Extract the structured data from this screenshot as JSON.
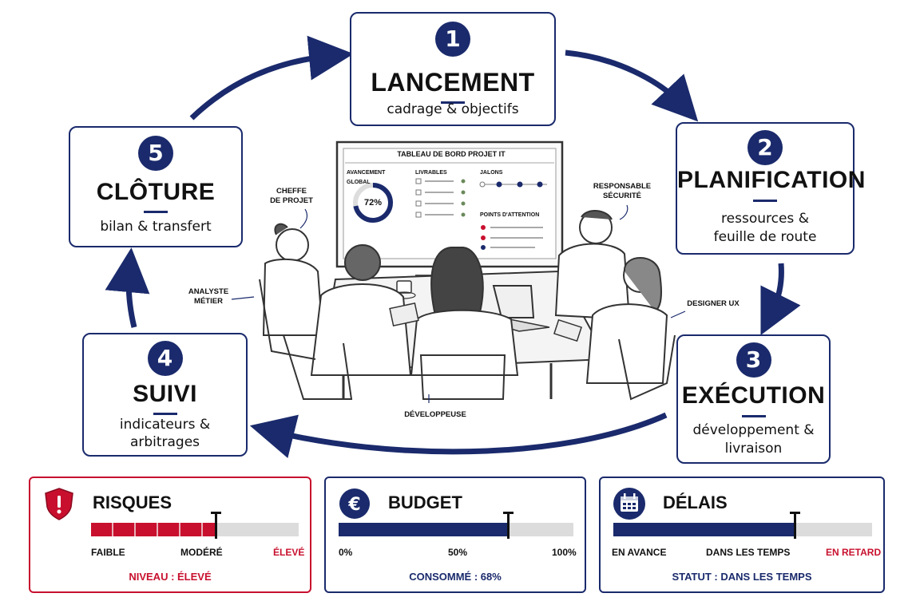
{
  "colors": {
    "navy": "#1a2a6c",
    "red": "#c8102e",
    "track": "#dcdcdc"
  },
  "steps": [
    {
      "num": "1",
      "title": "LANCEMENT",
      "sub1": "cadrage & objectifs",
      "sub2": ""
    },
    {
      "num": "2",
      "title": "PLANIFICATION",
      "sub1": "ressources &",
      "sub2": "feuille de route"
    },
    {
      "num": "3",
      "title": "EXÉCUTION",
      "sub1": "développement &",
      "sub2": "livraison"
    },
    {
      "num": "4",
      "title": "SUIVI",
      "sub1": "indicateurs &",
      "sub2": "arbitrages"
    },
    {
      "num": "5",
      "title": "CLÔTURE",
      "sub1": "bilan & transfert",
      "sub2": ""
    }
  ],
  "dashboard": {
    "title": "TABLEAU DE BORD PROJET IT",
    "avancement": "AVANCEMENT GLOBAL",
    "percent": "72%",
    "percent_value": 0.72,
    "livrables": "LIVRABLES",
    "jalons": "JALONS",
    "points": "POINTS D'ATTENTION"
  },
  "roles": {
    "cheffe1": "CHEFFE",
    "cheffe2": "DE PROJET",
    "analyste1": "ANALYSTE",
    "analyste2": "MÉTIER",
    "responsable1": "RESPONSABLE",
    "responsable2": "SÉCURITÉ",
    "designer": "DESIGNER UX",
    "developpeuse": "DÉVELOPPEUSE"
  },
  "panels": {
    "risques": {
      "title": "RISQUES",
      "icon": "shield-alert-icon",
      "low": "FAIBLE",
      "mid": "MODÉRÉ",
      "high": "ÉLEVÉ",
      "level_fraction": 0.6,
      "footer": "NIVEAU : ÉLEVÉ"
    },
    "budget": {
      "title": "BUDGET",
      "icon": "euro-icon",
      "t0": "0%",
      "t50": "50%",
      "t100": "100%",
      "consumed_fraction": 0.72,
      "footer": "CONSOMMÉ : 68%"
    },
    "delais": {
      "title": "DÉLAIS",
      "icon": "calendar-icon",
      "left": "EN AVANCE",
      "mid": "DANS LES TEMPS",
      "right": "EN RETARD",
      "status_fraction": 0.7,
      "footer": "STATUT : DANS LES TEMPS"
    }
  }
}
